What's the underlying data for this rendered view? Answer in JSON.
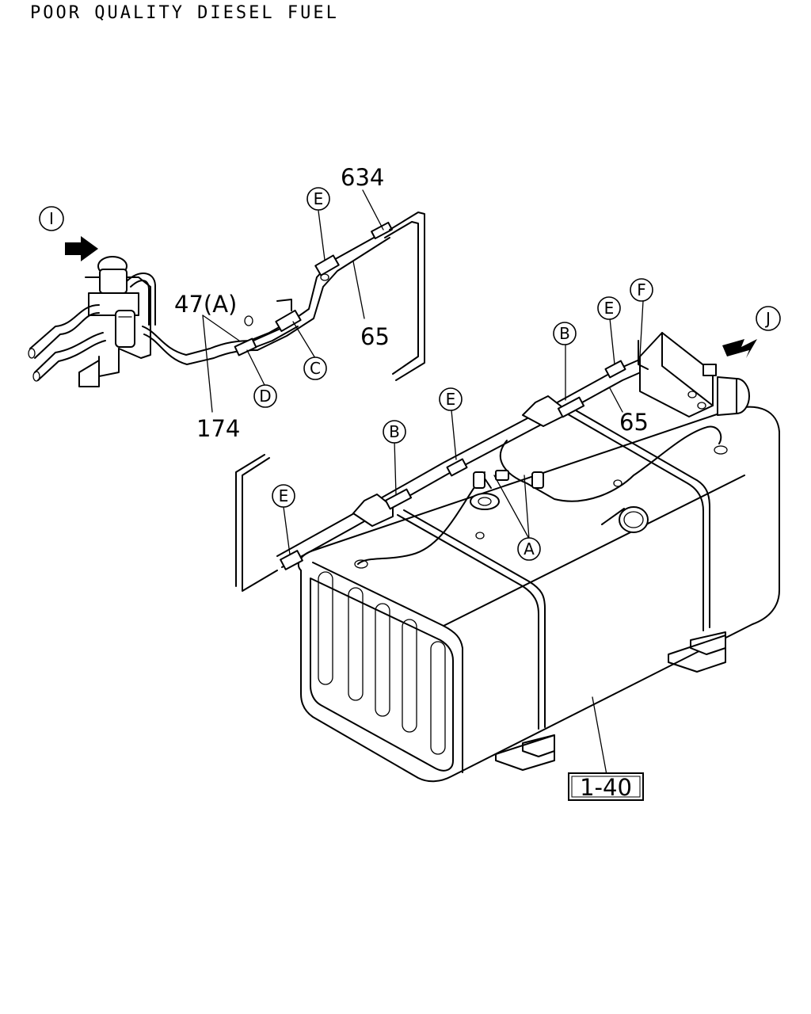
{
  "title": "POOR QUALITY DIESEL FUEL",
  "callouts": {
    "I": "I",
    "J": "J",
    "A": "A",
    "B1": "B",
    "B2": "B",
    "C": "C",
    "D": "D",
    "E1": "E",
    "E2": "E",
    "E3": "E",
    "E4": "E",
    "F": "F"
  },
  "part_numbers": {
    "p634": "634",
    "p65a": "65",
    "p65b": "65",
    "p47a": "47(A)",
    "p174": "174",
    "p140": "1-40"
  }
}
